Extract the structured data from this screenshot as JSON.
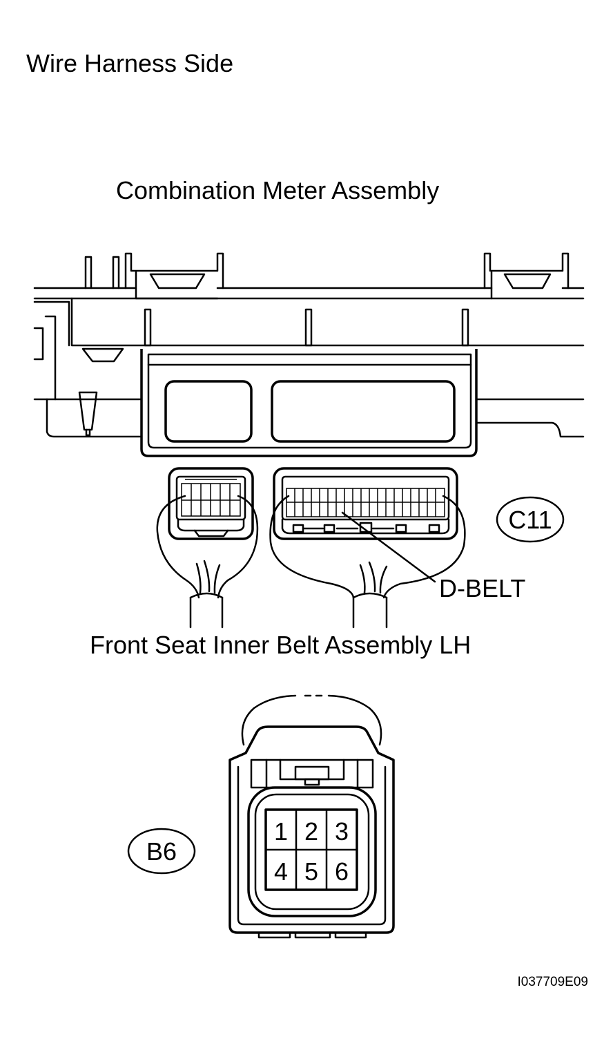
{
  "labels": {
    "title": "Wire Harness Side",
    "meter_assembly": "Combination Meter Assembly",
    "belt_assembly": "Front Seat Inner Belt Assembly LH",
    "terminal_name": "D-BELT",
    "image_id": "I037709E09"
  },
  "connectors": {
    "c11": {
      "code": "C11"
    },
    "b6": {
      "code": "B6",
      "pins": [
        "1",
        "2",
        "3",
        "4",
        "5",
        "6"
      ]
    }
  }
}
